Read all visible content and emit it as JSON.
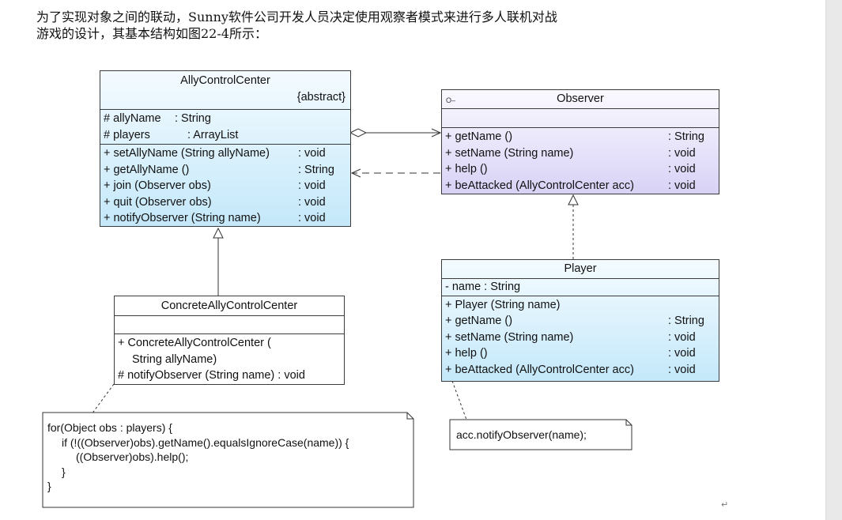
{
  "intro": {
    "line1": "为了实现对象之间的联动，Sunny软件公司开发人员决定使用观察者模式来进行多人联机对战",
    "line2": "游戏的设计，其基本结构如图22-4所示："
  },
  "ally": {
    "name": "AllyControlCenter",
    "stereotype": "{abstract}",
    "attributes": [
      {
        "n": "# allyName",
        "t": ": String"
      },
      {
        "n": "# players",
        "t": ": ArrayList"
      }
    ],
    "methods": [
      {
        "n": "+ setAllyName (String allyName)",
        "t": ": void"
      },
      {
        "n": "+ getAllyName ()",
        "t": ": String"
      },
      {
        "n": "+ join (Observer obs)",
        "t": ": void"
      },
      {
        "n": "+ quit (Observer obs)",
        "t": ": void"
      },
      {
        "n": "+ notifyObserver (String name)",
        "t": ": void"
      }
    ]
  },
  "observer": {
    "name": "Observer",
    "methods": [
      {
        "n": "+ getName ()",
        "t": ": String"
      },
      {
        "n": "+ setName (String name)",
        "t": ": void"
      },
      {
        "n": "+ help ()",
        "t": ": void"
      },
      {
        "n": "+ beAttacked (AllyControlCenter acc)",
        "t": ": void"
      }
    ]
  },
  "player": {
    "name": "Player",
    "attributes": [
      {
        "n": "- name",
        "t": ": String"
      }
    ],
    "methods": [
      {
        "n": "+ Player (String name)",
        "t": ""
      },
      {
        "n": "+ getName ()",
        "t": ": String"
      },
      {
        "n": "+ setName (String name)",
        "t": ": void"
      },
      {
        "n": "+ help ()",
        "t": ": void"
      },
      {
        "n": "+ beAttacked (AllyControlCenter acc)",
        "t": ": void"
      }
    ]
  },
  "concrete": {
    "name": "ConcreteAllyControlCenter",
    "methods": [
      "+ ConcreteAllyControlCenter (",
      "String allyName)",
      "# notifyObserver (String name) : void"
    ]
  },
  "note_left": [
    "for(Object obs : players) {",
    "if (!((Observer)obs).getName().equalsIgnoreCase(name)) {",
    "((Observer)obs).help();",
    "}",
    "}"
  ],
  "note_right": "acc.notifyObserver(name);",
  "pilcrow": "↵"
}
